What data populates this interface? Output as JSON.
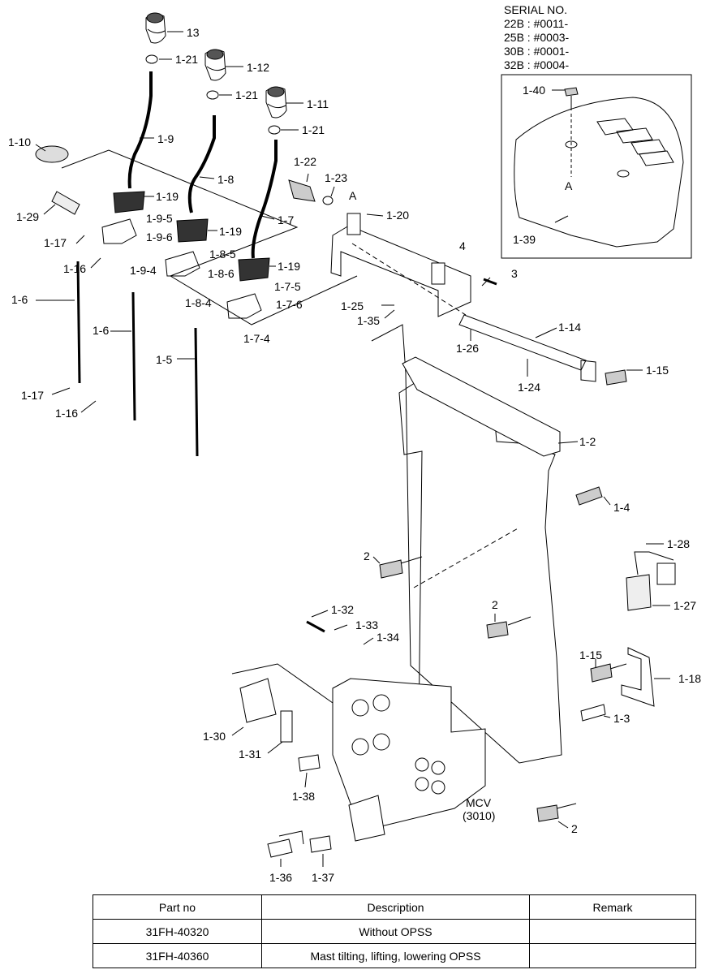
{
  "serial": {
    "title": "SERIAL NO.",
    "lines": [
      "22B : #0011-",
      "25B : #0003-",
      "30B : #0001-",
      "32B : #0004-"
    ]
  },
  "callouts": {
    "c13": "13",
    "c1_12": "1-12",
    "c1_11": "1-11",
    "c1_21a": "1-21",
    "c1_21b": "1-21",
    "c1_21c": "1-21",
    "c1_10": "1-10",
    "c1_9": "1-9",
    "c1_8": "1-8",
    "c1_7": "1-7",
    "c1_22": "1-22",
    "c1_23": "1-23",
    "cA1": "A",
    "c1_20": "1-20",
    "c1_29": "1-29",
    "c1_19a": "1-19",
    "c1_19b": "1-19",
    "c1_19c": "1-19",
    "c1_9_5": "1-9-5",
    "c1_9_6": "1-9-6",
    "c1_9_4": "1-9-4",
    "c1_17a": "1-17",
    "c1_16a": "1-16",
    "c1_8_5": "1-8-5",
    "c1_8_6": "1-8-6",
    "c1_8_4": "1-8-4",
    "c1_6a": "1-6",
    "c1_6b": "1-6",
    "c1_7_5": "1-7-5",
    "c1_7_6": "1-7-6",
    "c1_7_4": "1-7-4",
    "c4": "4",
    "c3": "3",
    "c1_25": "1-25",
    "c1_35": "1-35",
    "c1_5": "1-5",
    "c1_26": "1-26",
    "c1_14": "1-14",
    "c1_24": "1-24",
    "c1_15a": "1-15",
    "c1_17b": "1-17",
    "c1_16b": "1-16",
    "c1_2": "1-2",
    "c1_4": "1-4",
    "c2a": "2",
    "c1_28": "1-28",
    "c1_27": "1-27",
    "c2b": "2",
    "c1_32": "1-32",
    "c1_33": "1-33",
    "c1_34": "1-34",
    "c1_15b": "1-15",
    "c1_18": "1-18",
    "c1_3": "1-3",
    "c1_30": "1-30",
    "c1_31": "1-31",
    "c1_38": "1-38",
    "mcv1": "MCV",
    "mcv2": "(3010)",
    "c2c": "2",
    "c1_36": "1-36",
    "c1_37": "1-37",
    "c1_40": "1-40",
    "cA2": "A",
    "c1_39": "1-39"
  },
  "parts_table": {
    "headers": [
      "Part no",
      "Description",
      "Remark"
    ],
    "rows": [
      [
        "31FH-40320",
        "Without OPSS",
        ""
      ],
      [
        "31FH-40360",
        "Mast tilting, lifting, lowering OPSS",
        ""
      ]
    ]
  }
}
